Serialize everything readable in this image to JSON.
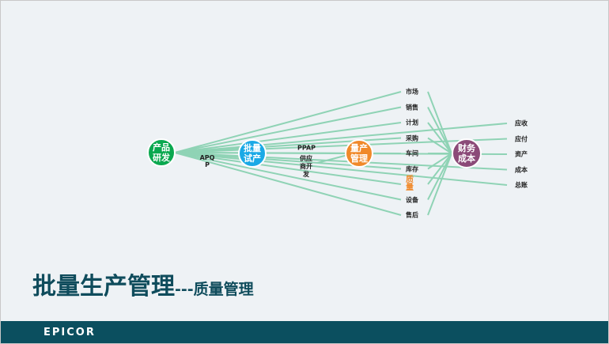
{
  "nodes": {
    "rd": "产品\n研发",
    "pilot": "批量\n试产",
    "mass": "量产\n管理",
    "finance": "财务\n成本"
  },
  "nodeColors": {
    "rd": "#0aa84f",
    "pilot": "#1aa9e6",
    "mass": "#f0892a",
    "finance": "#8b4a78"
  },
  "stageLabels": {
    "apqp": "APQP",
    "ppap": "PPAP",
    "supplier": "供应商开发"
  },
  "leftItems": [
    "市场",
    "销售",
    "计划",
    "采购",
    "车间",
    "库存",
    "质量",
    "设备",
    "售后"
  ],
  "rightItems": [
    "应收",
    "应付",
    "资产",
    "成本",
    "总账"
  ],
  "highlightColor": "#f0892a",
  "title": {
    "main": "批量生产管理",
    "sub": "---质量管理"
  },
  "footer": {
    "logo": "EPICOR"
  }
}
